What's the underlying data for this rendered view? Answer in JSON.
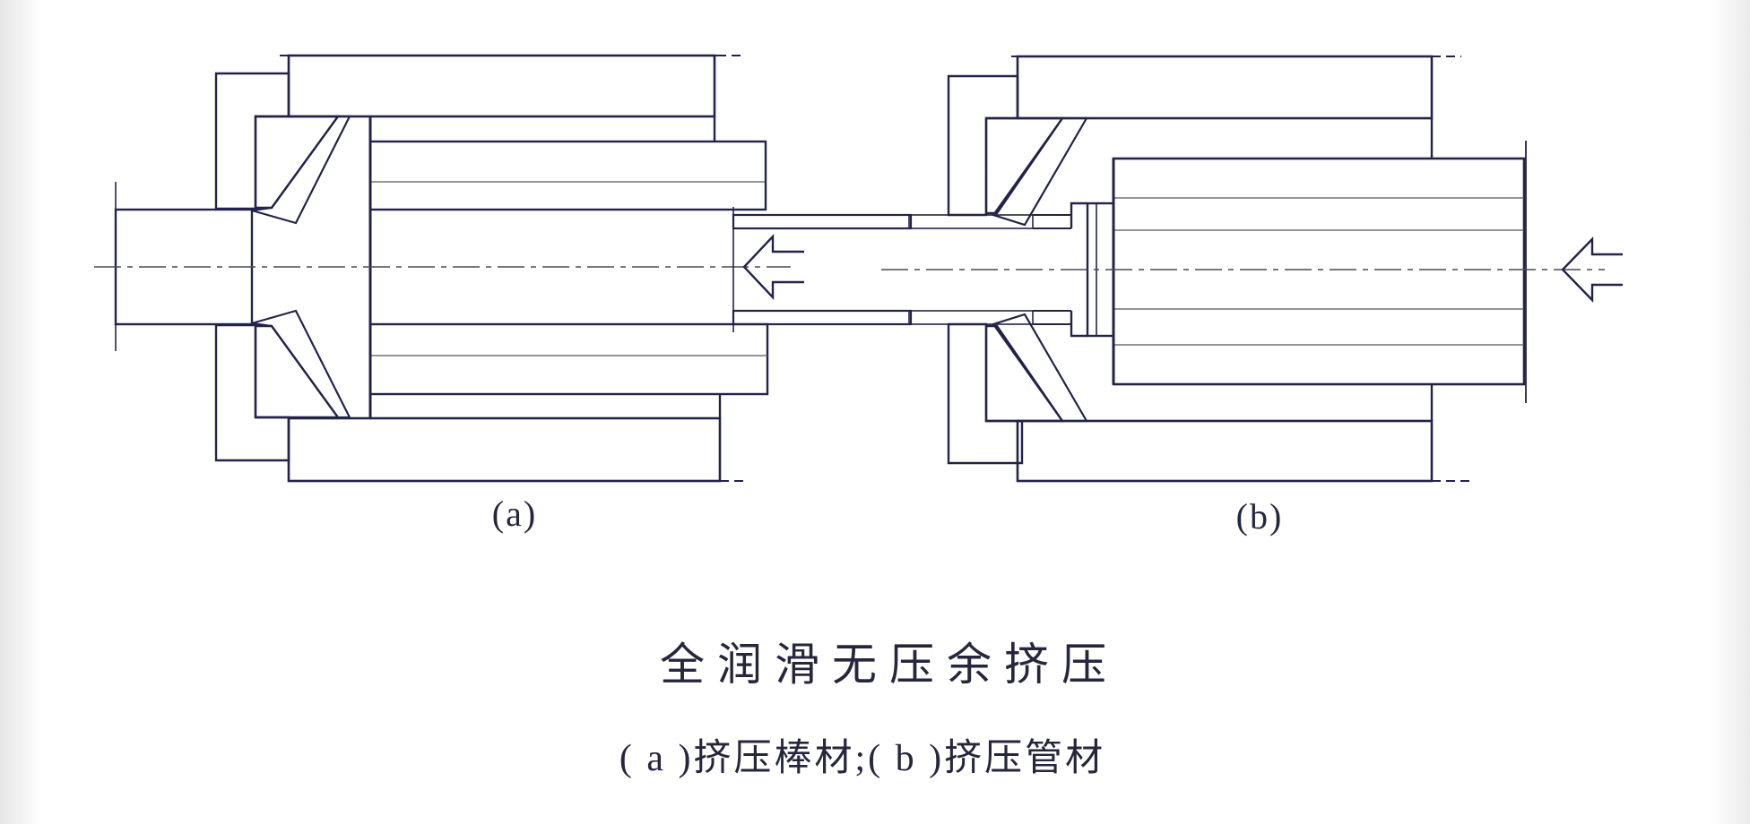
{
  "figure": {
    "title_caption": "全润滑无压余挤压",
    "sub_caption": "( a )挤压棒材;( b )挤压管材",
    "label_a": "(a)",
    "label_b": "(b)"
  },
  "colors": {
    "ink": "#23234a",
    "line_thin": "#55555f",
    "paper": "#ffffff",
    "caption_ink": "#26263c"
  }
}
